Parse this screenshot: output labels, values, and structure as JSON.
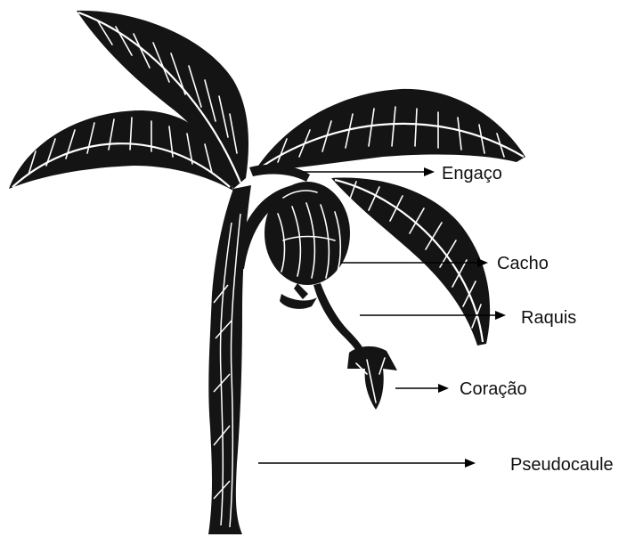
{
  "diagram": {
    "subject": "banana-plant",
    "labels": {
      "engaco": "Engaço",
      "cacho": "Cacho",
      "raquis": "Raquis",
      "coracao": "Coração",
      "pseudocaule": "Pseudocaule"
    },
    "colors": {
      "plant": "#141414",
      "arrows": "#000000",
      "text": "#111111",
      "background": "#ffffff"
    }
  }
}
